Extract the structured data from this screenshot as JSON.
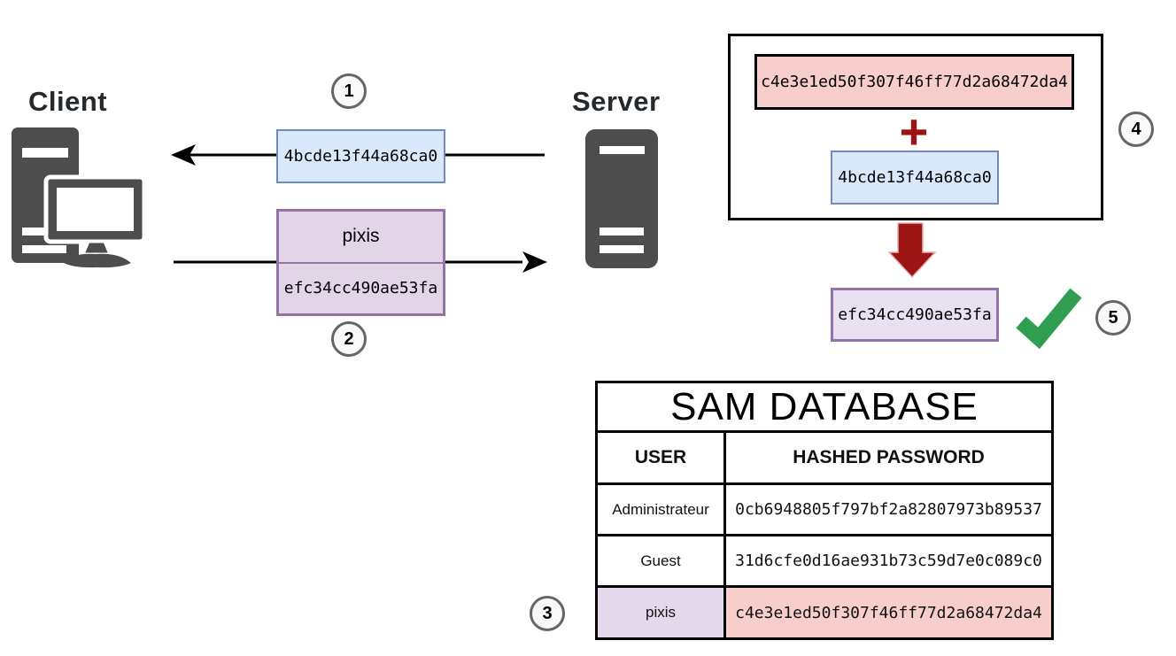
{
  "client": {
    "label": "Client"
  },
  "server": {
    "label": "Server"
  },
  "badges": {
    "step1": "1",
    "step2": "2",
    "step3": "3",
    "step4": "4",
    "step5": "5"
  },
  "challenge_box": {
    "value": "4bcde13f44a68ca0"
  },
  "response_box": {
    "username": "pixis",
    "value": "efc34cc490ae53fa"
  },
  "server_computation": {
    "stored_hash": "c4e3e1ed50f307f46ff77d2a68472da4",
    "operator": "+",
    "challenge": "4bcde13f44a68ca0",
    "computed_response": "efc34cc490ae53fa"
  },
  "sam_database": {
    "title": "SAM DATABASE",
    "columns": {
      "user": "USER",
      "hashed_password": "HASHED PASSWORD"
    },
    "rows": [
      {
        "user": "Administrateur",
        "hash": "0cb6948805f797bf2a82807973b89537"
      },
      {
        "user": "Guest",
        "hash": "31d6cfe0d16ae931b73c59d7e0c089c0"
      },
      {
        "user": "pixis",
        "hash": "c4e3e1ed50f307f46ff77d2a68472da4"
      }
    ]
  },
  "colors": {
    "blue_fill": "#dae8fc",
    "blue_border": "#6c8ebf",
    "purple_fill": "#e1d5e7",
    "purple_border": "#9673a6",
    "pink_fill": "#f8cecc",
    "dark_red": "#9d1414",
    "check_green": "#2f9e50",
    "icon_gray": "#4d4d4d"
  }
}
